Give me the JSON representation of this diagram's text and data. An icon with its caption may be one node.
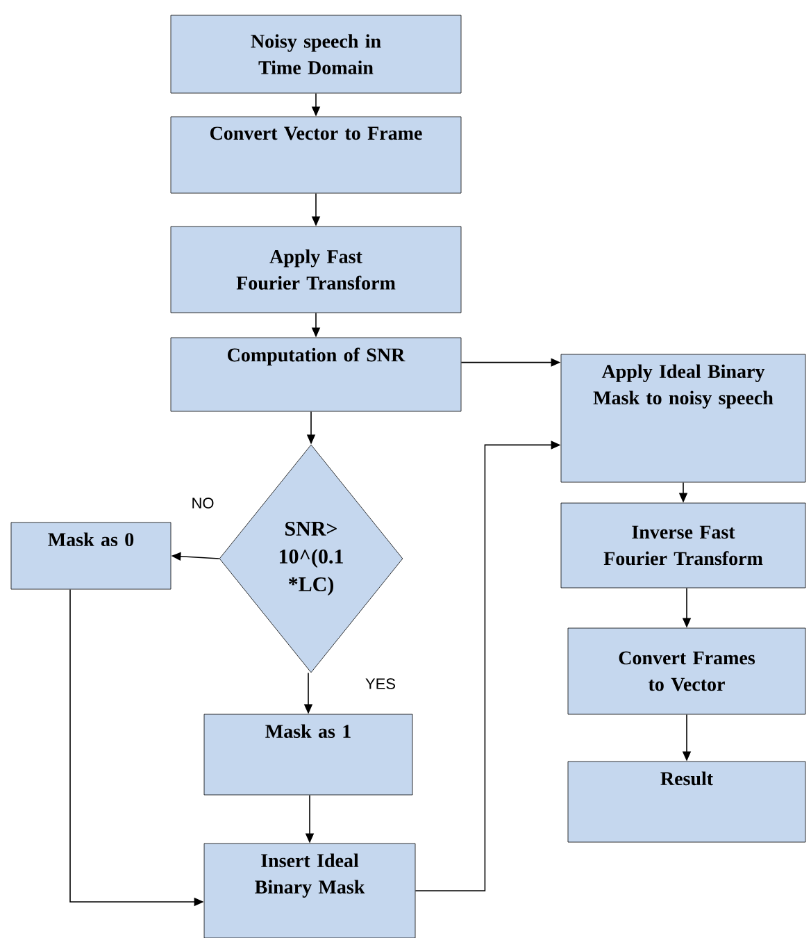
{
  "diagram": {
    "nodes": [
      {
        "text": [
          "Noisy speech in Time Domain"
        ]
      },
      {
        "text": [
          "Convert  Vector to Frame"
        ]
      },
      {
        "text": [
          "Apply Fast Fourier Transform"
        ]
      },
      {
        "text": [
          "Computation of SNR"
        ]
      },
      {
        "text": [
          "Apply Ideal Binary Mask to noisy speech"
        ]
      },
      {
        "text": [
          "SNR> 10^(0.1 *LC)"
        ]
      },
      {
        "text": [
          "Mask as 0"
        ]
      },
      {
        "text": [
          "Mask as  1"
        ]
      },
      {
        "text": [
          "Insert Ideal Binary Mask"
        ]
      },
      {
        "text": [
          "Inverse Fast Fourier Transform"
        ]
      },
      {
        "text": [
          "Convert Frames to Vector"
        ]
      },
      {
        "text": [
          "Result"
        ]
      }
    ],
    "edges": [
      {
        "from": 0,
        "to": 1,
        "arrow": "to"
      },
      {
        "from": 1,
        "to": 2,
        "arrow": "to"
      },
      {
        "from": 2,
        "to": 3,
        "arrow": "to"
      },
      {
        "from": 3,
        "to": 4,
        "arrow": "to"
      },
      {
        "from": 3,
        "to": 5,
        "arrow": "to"
      },
      {
        "from": 5,
        "to": 6,
        "arrow": "to",
        "label": "NO"
      },
      {
        "from": 5,
        "to": 7,
        "arrow": "to",
        "label": "YES"
      },
      {
        "from": 7,
        "to": 8,
        "arrow": "to"
      },
      {
        "from": 6,
        "to": 8,
        "arrow": "to"
      },
      {
        "from": 8,
        "to": 4,
        "arrow": "to"
      },
      {
        "from": 4,
        "to": 9,
        "arrow": "to"
      },
      {
        "from": 9,
        "to": 10,
        "arrow": "to"
      },
      {
        "from": 10,
        "to": 11,
        "arrow": "to"
      }
    ]
  }
}
